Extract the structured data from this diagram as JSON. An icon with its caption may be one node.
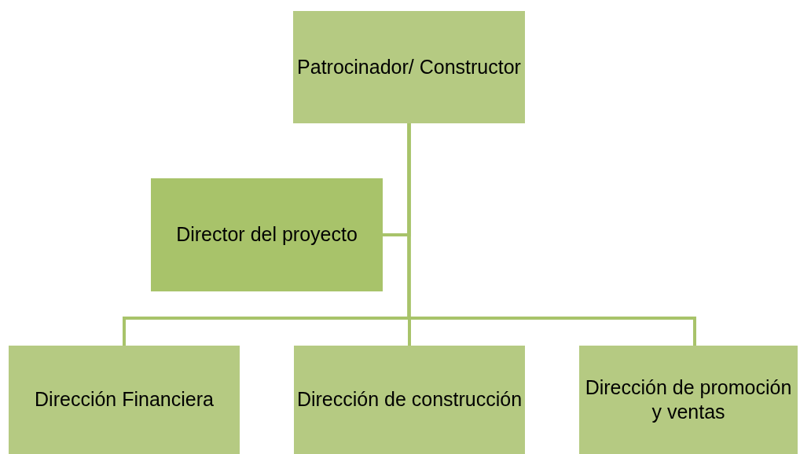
{
  "diagram": {
    "nodes": [
      {
        "text": [
          "Patrocinador/ Constructor"
        ]
      },
      {
        "text": [
          "Director del proyecto"
        ]
      },
      {
        "text": [
          "Dirección Financiera"
        ]
      },
      {
        "text": [
          "Dirección de construcción"
        ]
      },
      {
        "text": [
          "Dirección de promoción y ventas"
        ]
      }
    ],
    "edges": [
      {
        "from": 0,
        "to": 1,
        "arrow": "none"
      },
      {
        "from": 0,
        "to": 2,
        "arrow": "none"
      },
      {
        "from": 0,
        "to": 3,
        "arrow": "none"
      },
      {
        "from": 0,
        "to": 4,
        "arrow": "none"
      }
    ]
  }
}
